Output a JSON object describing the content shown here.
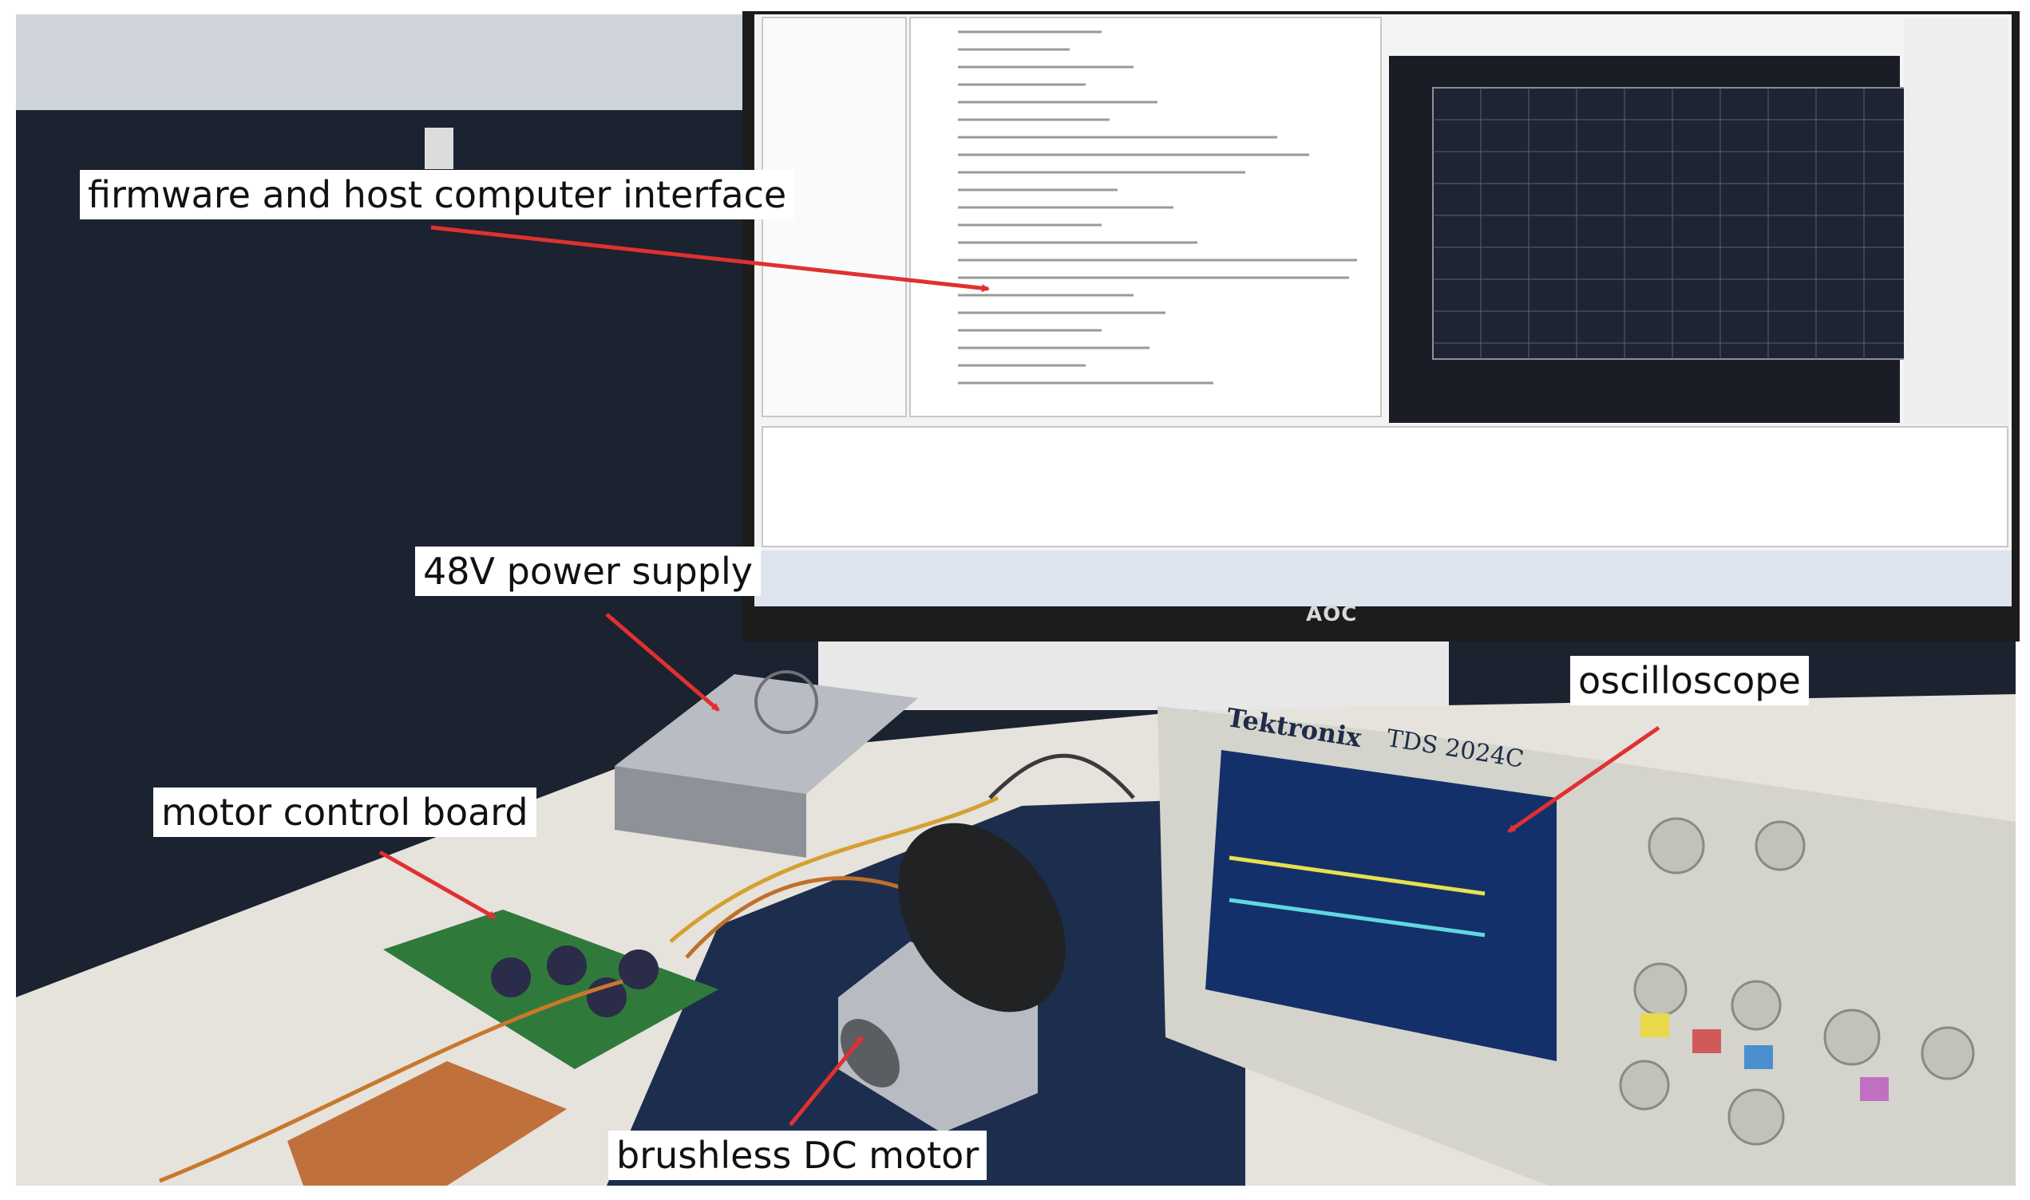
{
  "labels": {
    "firmware": "firmware and host computer interface",
    "power_supply": "48V power supply",
    "control_board": "motor control board",
    "oscilloscope": "oscilloscope",
    "motor": "brushless DC motor"
  },
  "monitor": {
    "brand": "AOC"
  },
  "scope": {
    "brand": "Tektronix",
    "model": "TDS 2024C"
  },
  "colors": {
    "wall": "#1b2230",
    "desk": "#e6e2dc",
    "annotation_arrow": "#e03030",
    "screen_bg": "#f4f4f4",
    "graph_bg": "#1a1d26",
    "scope_body": "#d4d4cc",
    "scope_screen": "#14306a",
    "trace_yellow": "#e8e050",
    "trace_cyan": "#5fd8e0",
    "pcb_green": "#2f7a3a",
    "protoboard": "#c0703a",
    "psu_metal": "#a8acb2",
    "motor_body": "#202224",
    "mount_aluminium": "#b8bcc2"
  }
}
